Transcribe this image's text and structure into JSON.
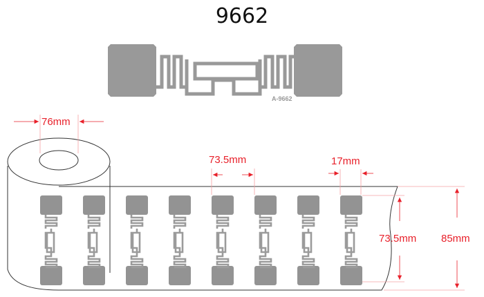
{
  "title": "9662",
  "inlay": {
    "label": "A-9662",
    "color": "#999999"
  },
  "roll": {
    "core_diameter": "76mm",
    "label_pitch": "73.5mm",
    "gap": "17mm",
    "label_length": "73.5mm",
    "web_width": "85mm",
    "label_count": 8
  },
  "colors": {
    "dimension": "#e8202a",
    "label": "#939393",
    "outline": "#333333"
  }
}
